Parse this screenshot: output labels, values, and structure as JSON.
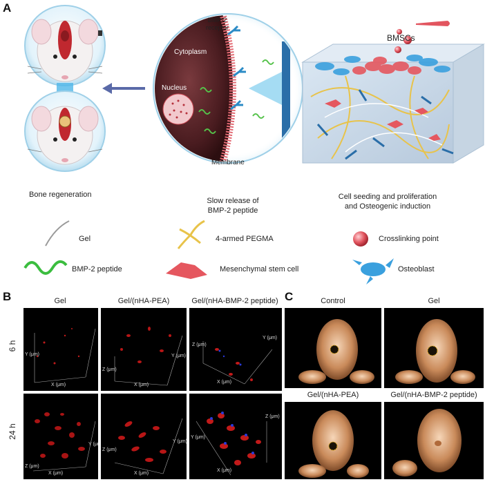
{
  "panel_a": {
    "letter": "A",
    "bone_regeneration": "Bone regeneration",
    "slow_release_1": "Slow release of",
    "slow_release_2": "BMP-2 peptide",
    "cell_seeding_1": "Cell seeding and proliferation",
    "cell_seeding_2": "and Osteogenic induction",
    "cytoplasm": "Cytoplasm",
    "nucleus": "Nucleus",
    "receptor_1": "BMP-2",
    "receptor_2": "receptor",
    "membrane": "Membrane",
    "bmscs": "BMSCs",
    "legend": {
      "gel": "Gel",
      "pegma": "4-armed PEGMA",
      "crosslink": "Crosslinking point",
      "bmp2": "BMP-2 peptide",
      "msc": "Mesenchymal stem cell",
      "osteoblast": "Osteoblast"
    }
  },
  "panel_b": {
    "letter": "B",
    "columns": [
      "Gel",
      "Gel/(nHA-PEA)",
      "Gel/(nHA-BMP-2 peptide)"
    ],
    "rows": [
      "6 h",
      "24 h"
    ],
    "axis": {
      "x": "X (μm)",
      "y": "Y (μm)",
      "z": "Z (μm)"
    }
  },
  "panel_c": {
    "letter": "C",
    "titles": [
      "Control",
      "Gel",
      "Gel/(nHA-PEA)",
      "Gel/(nHA-BMP-2 peptide)"
    ]
  }
}
